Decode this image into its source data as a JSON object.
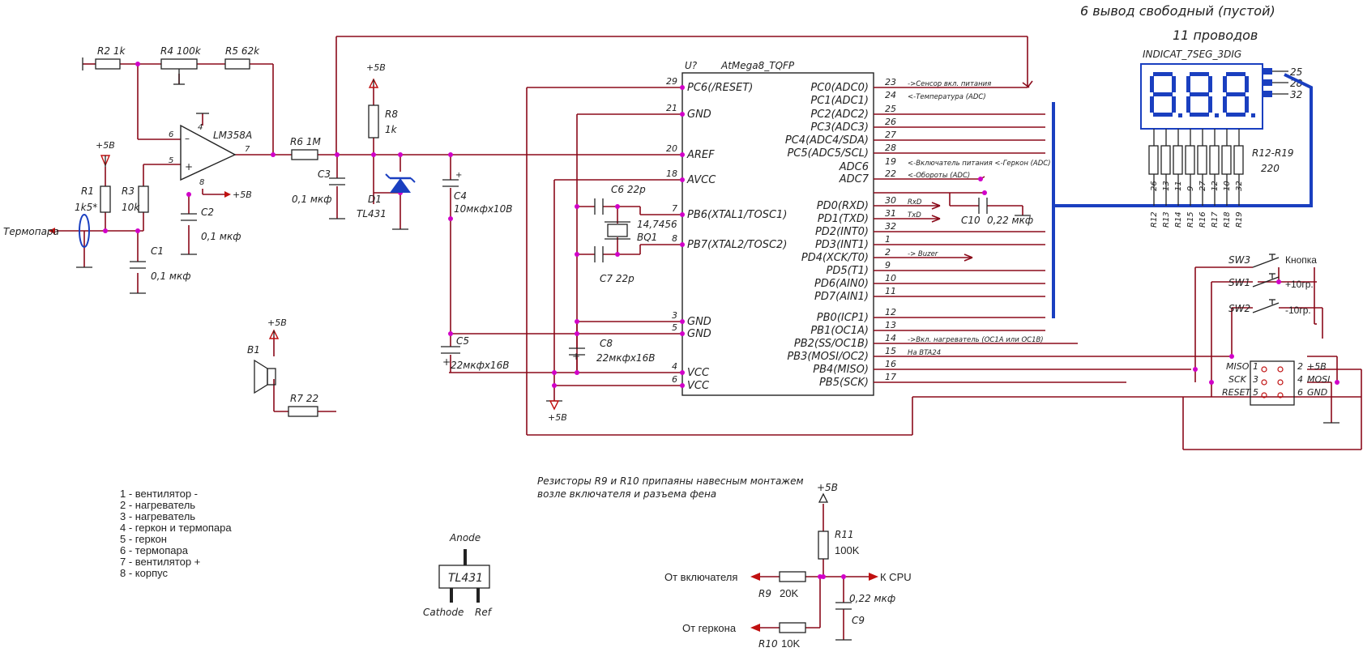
{
  "header": {
    "line1": "6 вывод свободный (пустой)",
    "line2": "11 проводов"
  },
  "indicator": {
    "name": "INDICAT_7SEG_3DIG",
    "pins": [
      "25",
      "28",
      "32"
    ]
  },
  "mcu": {
    "ref": "U?",
    "part": "AtMega8_TQFP",
    "left_pins": [
      {
        "num": "29",
        "name": "PC6(/RESET)"
      },
      {
        "num": "21",
        "name": "GND"
      },
      {
        "num": "20",
        "name": "AREF"
      },
      {
        "num": "18",
        "name": "AVCC"
      },
      {
        "num": "7",
        "name": "PB6(XTAL1/TOSC1)"
      },
      {
        "num": "8",
        "name": "PB7(XTAL2/TOSC2)"
      },
      {
        "num": "3",
        "name": "GND"
      },
      {
        "num": "5",
        "name": "GND"
      },
      {
        "num": "4",
        "name": "VCC"
      },
      {
        "num": "6",
        "name": "VCC"
      }
    ],
    "right_pins": [
      {
        "num": "23",
        "name": "PC0(ADC0)",
        "note": "->Сенсор вкл. питания"
      },
      {
        "num": "24",
        "name": "PC1(ADC1)",
        "note": "<-Температура (ADC)"
      },
      {
        "num": "25",
        "name": "PC2(ADC2)",
        "note": ""
      },
      {
        "num": "26",
        "name": "PC3(ADC3)",
        "note": ""
      },
      {
        "num": "27",
        "name": "PC4(ADC4/SDA)",
        "note": ""
      },
      {
        "num": "28",
        "name": "PC5(ADC5/SCL)",
        "note": ""
      },
      {
        "num": "19",
        "name": "ADC6",
        "note": "<-Включатель питания <-Геркон (ADC)"
      },
      {
        "num": "22",
        "name": "ADC7",
        "note": "<-Обороты (ADC)"
      },
      {
        "num": "30",
        "name": "PD0(RXD)",
        "note": "RxD"
      },
      {
        "num": "31",
        "name": "PD1(TXD)",
        "note": "TxD"
      },
      {
        "num": "32",
        "name": "PD2(INT0)",
        "note": ""
      },
      {
        "num": "1",
        "name": "PD3(INT1)",
        "note": ""
      },
      {
        "num": "2",
        "name": "PD4(XCK/T0)",
        "note": "-> Buzer"
      },
      {
        "num": "9",
        "name": "PD5(T1)",
        "note": ""
      },
      {
        "num": "10",
        "name": "PD6(AIN0)",
        "note": ""
      },
      {
        "num": "11",
        "name": "PD7(AIN1)",
        "note": ""
      },
      {
        "num": "12",
        "name": "PB0(ICP1)",
        "note": ""
      },
      {
        "num": "13",
        "name": "PB1(OC1A)",
        "note": ""
      },
      {
        "num": "14",
        "name": "PB2(SS/OC1B)",
        "note": "->Вкл. нагреватель (OC1A или OC1B)"
      },
      {
        "num": "15",
        "name": "PB3(MOSI/OC2)",
        "note": "На BTA24"
      },
      {
        "num": "16",
        "name": "PB4(MISO)",
        "note": ""
      },
      {
        "num": "17",
        "name": "PB5(SCK)",
        "note": ""
      }
    ]
  },
  "components": {
    "R1": [
      "R1",
      "1k5*"
    ],
    "R2": [
      "R2",
      "1k"
    ],
    "R3": [
      "R3",
      "10k"
    ],
    "R4": [
      "R4",
      "100k"
    ],
    "R5": [
      "R5",
      "62k"
    ],
    "R6": [
      "R6",
      "1M"
    ],
    "R7": [
      "R7",
      "22"
    ],
    "R8": [
      "R8",
      "1k"
    ],
    "R9": [
      "R9",
      "20K"
    ],
    "R10": [
      "R10",
      "10K"
    ],
    "R11": [
      "R11",
      "100K"
    ],
    "C1": [
      "C1",
      "0,1 мкф"
    ],
    "C2": [
      "C2",
      "0,1 мкф"
    ],
    "C3": [
      "C3",
      "0,1 мкф"
    ],
    "C4": [
      "C4",
      "10мкфх10В"
    ],
    "C5": [
      "C5",
      "22мкфх16В"
    ],
    "C6": [
      "C6",
      "22p"
    ],
    "C7": [
      "C7",
      "22p"
    ],
    "C8": [
      "C8",
      "22мкфх16В"
    ],
    "C9": [
      "C9",
      "0,22 мкф"
    ],
    "C10": [
      "C10",
      "0,22 мкф"
    ],
    "D1": [
      "D1",
      "TL431"
    ],
    "BQ1": [
      "14,7456",
      "BQ1"
    ],
    "opamp": "LM358A",
    "B1": "B1",
    "rgroup": [
      "R12-R19",
      "220"
    ]
  },
  "labels": {
    "plus5v": "+5В",
    "thermocouple": "Термопара",
    "rpins": [
      "26",
      "13",
      "11",
      "9",
      "27",
      "12",
      "10",
      "32"
    ],
    "rnames": [
      "R12",
      "R13",
      "R14",
      "R15",
      "R16",
      "R17",
      "R18",
      "R19"
    ]
  },
  "switches": [
    {
      "ref": "SW3",
      "label": "Кнопка"
    },
    {
      "ref": "SW1",
      "label": "+10гр."
    },
    {
      "ref": "SW2",
      "label": "-10гр."
    }
  ],
  "isp": {
    "left": [
      "MISO",
      "SCK",
      "RESET"
    ],
    "right": [
      "+5В",
      "MOSI",
      "GND"
    ],
    "nums": [
      "1",
      "2",
      "3",
      "4",
      "5",
      "6"
    ]
  },
  "legend": [
    "1 - вентилятор -",
    "2 - нагреватель",
    "3 - нагреватель",
    "4 - геркон и термопара",
    "5 - геркон",
    "6 - термопара",
    "7 - вентилятор +",
    "8 - корпус"
  ],
  "note": [
    "Резисторы R9 и R10 припаяны навесным монтажем",
    "возле включателя и разъема фена"
  ],
  "tl431": {
    "anode": "Anode",
    "cathode": "Cathode",
    "ref": "Ref",
    "name": "TL431"
  },
  "bottom": {
    "from_switch": "От включателя",
    "from_reed": "От геркона",
    "to_cpu": "К CPU"
  }
}
